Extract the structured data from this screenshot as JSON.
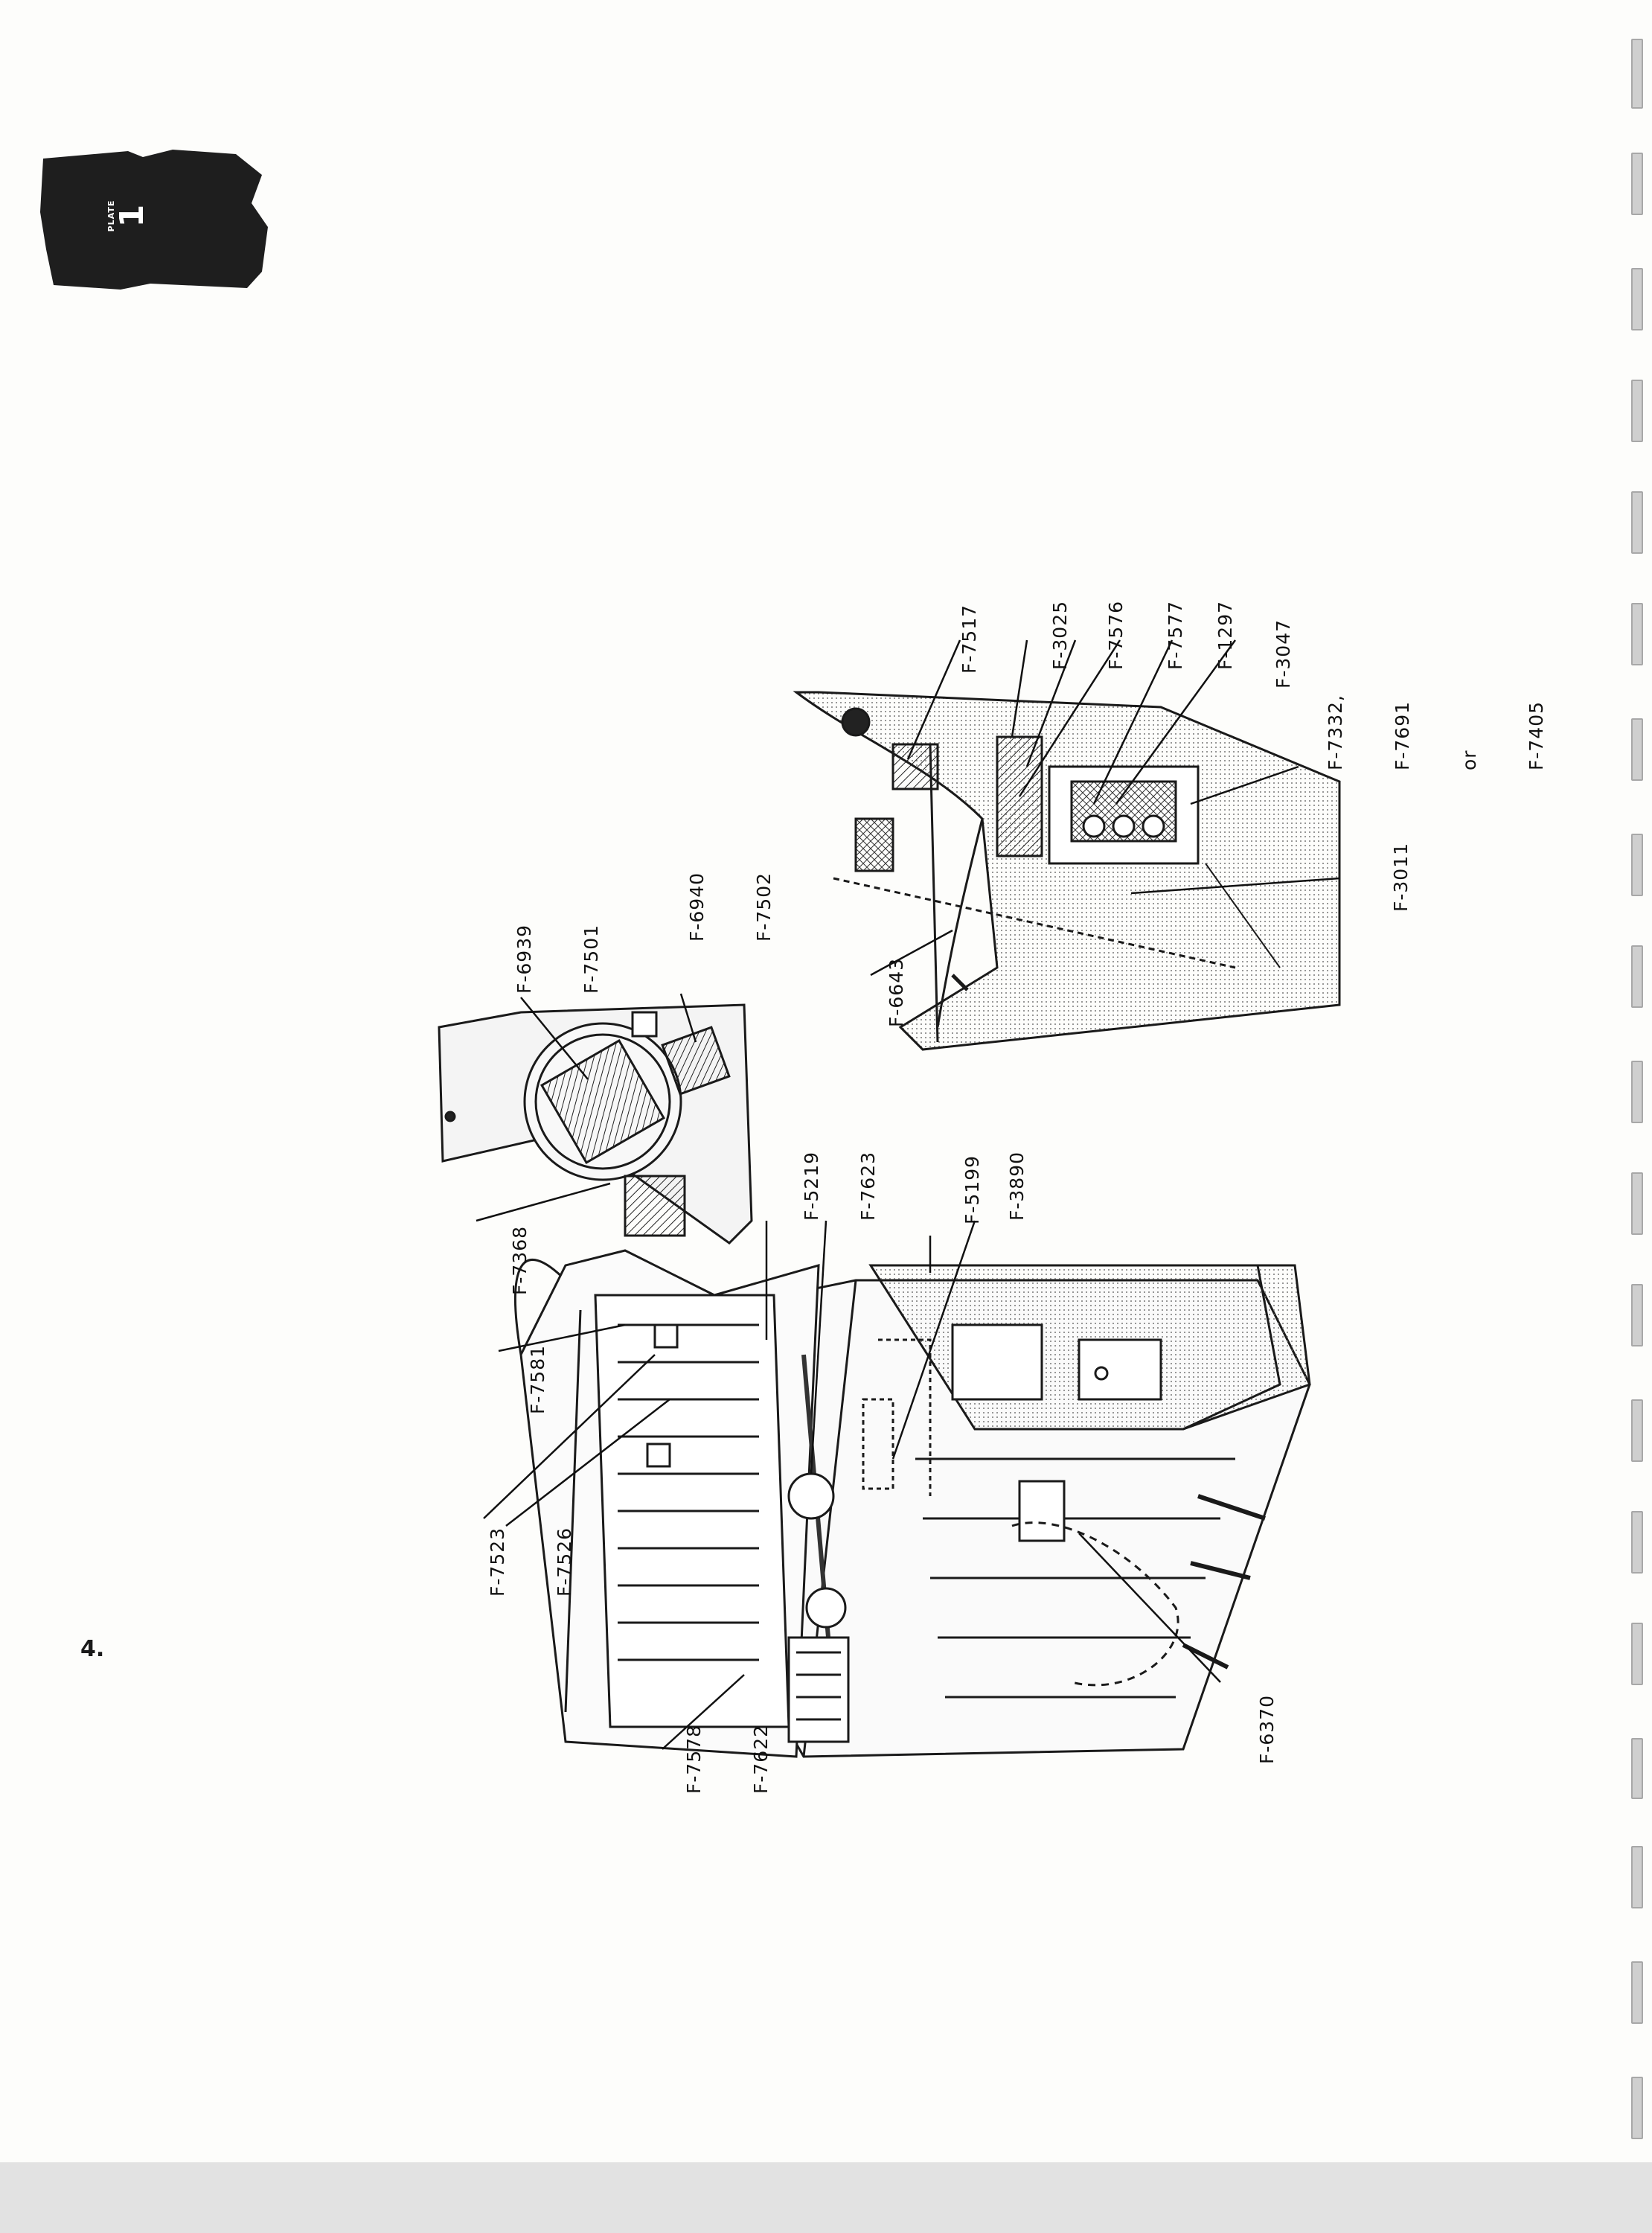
{
  "plate": {
    "word": "PLATE",
    "number": "1"
  },
  "page_number": "4.",
  "callouts": {
    "f7578": [
      "F-7578",
      "F-7622"
    ],
    "f7523": [
      "F-7523",
      "F-7526"
    ],
    "f7581": [
      "F-7581"
    ],
    "f7368": [
      "F-7368"
    ],
    "f6939": [
      "F-6939",
      "F-7501"
    ],
    "f6940": [
      "F-6940",
      "F-7502"
    ],
    "f5219": [
      "F-5219"
    ],
    "f7623": [
      "F-7623"
    ],
    "f5199": [
      "F-5199"
    ],
    "f3890": [
      "F-3890"
    ],
    "f6370": [
      "F-6370"
    ],
    "f6643": [
      "F-6643"
    ],
    "f7517": [
      "F-7517"
    ],
    "f3025": [
      "F-3025"
    ],
    "f7576": [
      "F-7576"
    ],
    "f7577": [
      "F-7577"
    ],
    "f1297": [
      "F-1297"
    ],
    "f3047": [
      "F-3047"
    ],
    "f3011": [
      "F-3011"
    ],
    "f7332": [
      "F-7332,",
      "F-7691",
      "or",
      "F-7405"
    ]
  }
}
